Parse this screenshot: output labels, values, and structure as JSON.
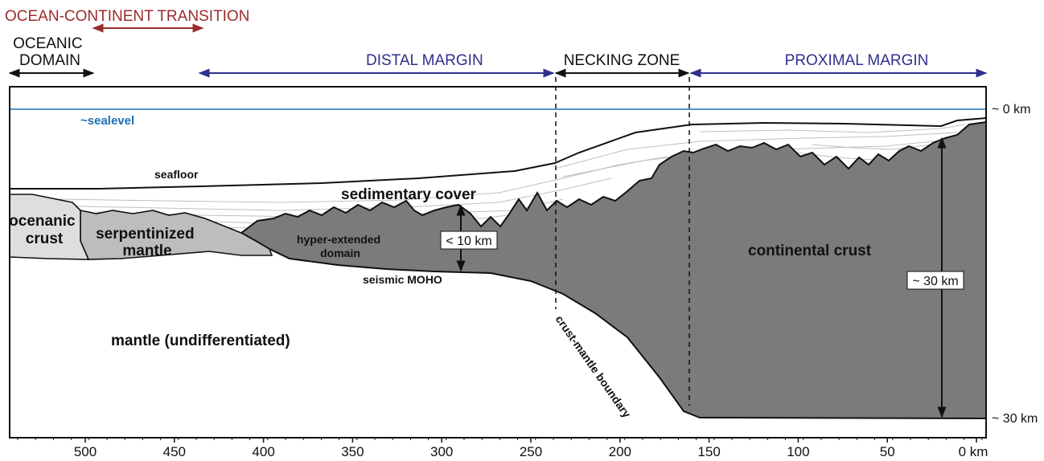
{
  "colors": {
    "accent_red": "#9b2b2b",
    "accent_blue": "#2f2f8e",
    "sealevel_blue": "#1f6fb5",
    "continental_crust": "#7b7b7b",
    "serpentinized_mantle": "#bdbdbd",
    "oceanic_crust": "#dedede",
    "sediment_lines": "#bfbfbf"
  },
  "zones": {
    "ocean_continent_transition": "OCEAN-CONTINENT TRANSITION",
    "oceanic_domain": "OCEANIC\nDOMAIN",
    "distal_margin": "DISTAL MARGIN",
    "necking_zone": "NECKING ZONE",
    "proximal_margin": "PROXIMAL MARGIN"
  },
  "labels": {
    "sealevel": "~sealevel",
    "seafloor": "seafloor",
    "sedimentary_cover": "sedimentary cover",
    "oceanic_crust": "ocenanic\ncrust",
    "serpentinized_mantle": "serpentinized\nmantle",
    "hyper_extended_domain": "hyper-extended\ndomain",
    "seismic_moho": "seismic MOHO",
    "mantle": "mantle (undifferentiated)",
    "continental_crust": "continental crust",
    "crust_mantle_boundary": "crust-mantle boundary",
    "thickness_distal": "< 10 km",
    "thickness_proximal": "~ 30 km"
  },
  "depth_axis": {
    "top": "~ 0 km",
    "bottom": "~ 30 km"
  },
  "distance_axis": {
    "ticks": [
      "500",
      "450",
      "400",
      "350",
      "300",
      "250",
      "200",
      "150",
      "100",
      "50",
      "0 km"
    ]
  }
}
